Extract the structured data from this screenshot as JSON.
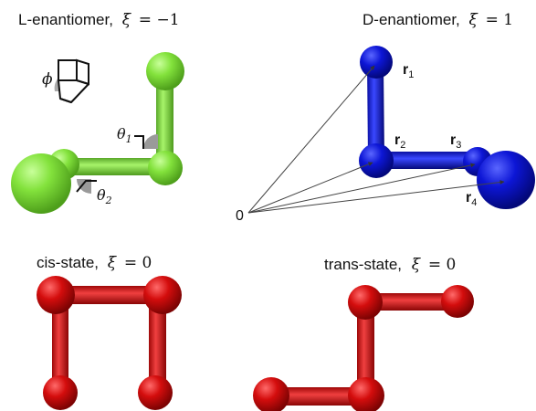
{
  "panels": {
    "l_enantiomer": {
      "label": "L-enantiomer,",
      "xi": "ξ",
      "value": "= −1",
      "color": "#80e33a"
    },
    "d_enantiomer": {
      "label": "D-enantiomer,",
      "xi": "ξ",
      "value": "= 1",
      "color": "#0a12d8"
    },
    "cis_state": {
      "label": "cis-state,",
      "xi": "ξ",
      "value": "= 0",
      "color": "#d40d0d"
    },
    "trans_state": {
      "label": "trans-state,",
      "xi": "ξ",
      "value": "= 0",
      "color": "#d40d0d"
    }
  },
  "annotations": {
    "phi": "ϕ",
    "theta": "θ",
    "theta1_sub": "1",
    "theta2_sub": "2",
    "origin": "0",
    "r": "r",
    "r1_sub": "1",
    "r2_sub": "2",
    "r3_sub": "3",
    "r4_sub": "4"
  }
}
